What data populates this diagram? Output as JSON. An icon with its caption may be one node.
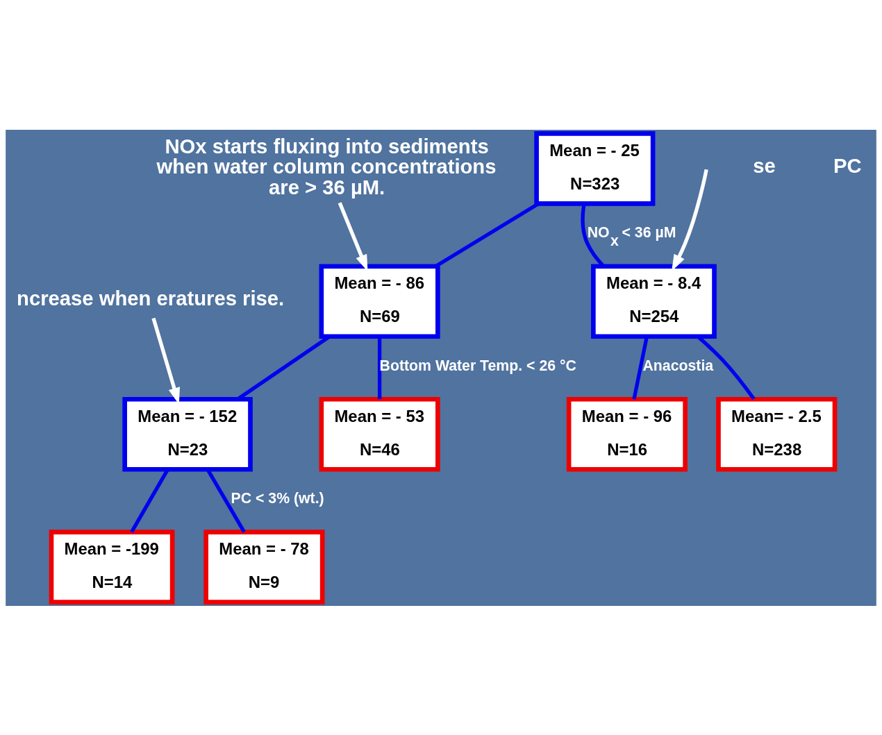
{
  "diagram": {
    "nodes": [
      {
        "text": [
          "Mean = - 25",
          "N=323"
        ]
      },
      {
        "text": [
          "Mean = - 86",
          "N=69"
        ]
      },
      {
        "text": [
          "Mean = - 8.4",
          "N=254"
        ]
      },
      {
        "text": [
          "Mean = - 152",
          "N=23"
        ]
      },
      {
        "text": [
          "Mean = - 53",
          "N=46"
        ]
      },
      {
        "text": [
          "Mean = - 96",
          "N=16"
        ]
      },
      {
        "text": [
          "Mean= - 2.5",
          "N=238"
        ]
      },
      {
        "text": [
          "Mean = -199",
          "N=14"
        ]
      },
      {
        "text": [
          "Mean = - 78",
          "N=9"
        ]
      },
      {
        "text": [
          "NOx starts fluxing into sediments when water column concentrations are > 36 µM."
        ]
      },
      {
        "text": [
          "ncrease when eratures rise."
        ]
      }
    ],
    "edges": [
      {
        "from": 0,
        "to": 1,
        "arrow": "none"
      },
      {
        "from": 0,
        "to": 2,
        "arrow": "none",
        "label": "NO$_{x}$ < 36 µM"
      },
      {
        "from": 1,
        "to": 3,
        "arrow": "none"
      },
      {
        "from": 1,
        "to": 4,
        "arrow": "none",
        "label": "Bottom Water Temp. < 26 °C"
      },
      {
        "from": 2,
        "to": 5,
        "arrow": "none",
        "label": "Anacostia"
      },
      {
        "from": 2,
        "to": 6,
        "arrow": "none"
      },
      {
        "from": 3,
        "to": 7,
        "arrow": "none"
      },
      {
        "from": 3,
        "to": 8,
        "arrow": "none",
        "label": "PC < 3% (wt.)"
      },
      {
        "from": 9,
        "to": 1,
        "arrow": "to",
        "color": "#ffffff"
      },
      {
        "from": 10,
        "to": 3,
        "arrow": "to",
        "color": "#ffffff"
      },
      {
        "from": null,
        "to": 2,
        "arrow": "to",
        "color": "#ffffff"
      }
    ],
    "labels": [
      "se",
      "PC"
    ]
  }
}
